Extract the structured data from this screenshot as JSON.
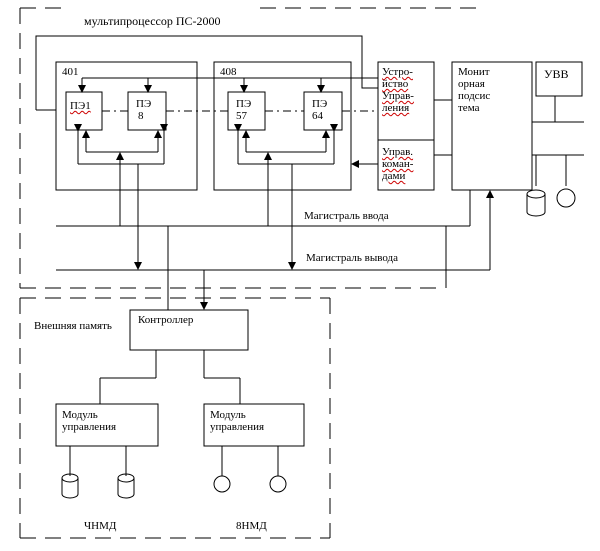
{
  "diagram": {
    "title": "мультипроцессор ПС-2000",
    "cluster_left": "401",
    "cluster_right": "408",
    "pe": {
      "pe1": [
        "ПЭ1"
      ],
      "pe8": [
        "ПЭ",
        "8"
      ],
      "pe57": [
        "ПЭ",
        "57"
      ],
      "pe64": [
        "ПЭ",
        "64"
      ]
    },
    "control_unit": [
      "Устро-",
      "йство",
      "Управ-",
      "ления"
    ],
    "command_unit": [
      "Управ.",
      "коман-",
      "дами"
    ],
    "monitor": [
      "Монит",
      "орная",
      "подсис",
      "тема"
    ],
    "io_device": "УВВ",
    "bus_input": "Магистраль ввода",
    "bus_output": "Магистраль вывода",
    "external_memory": "Внешняя память",
    "controller": "Контроллер",
    "module_left": [
      "Модуль",
      "управления"
    ],
    "module_right": [
      "Модуль",
      "управления"
    ],
    "drives_left": "ЧНМД",
    "drives_right": "8НМД"
  }
}
